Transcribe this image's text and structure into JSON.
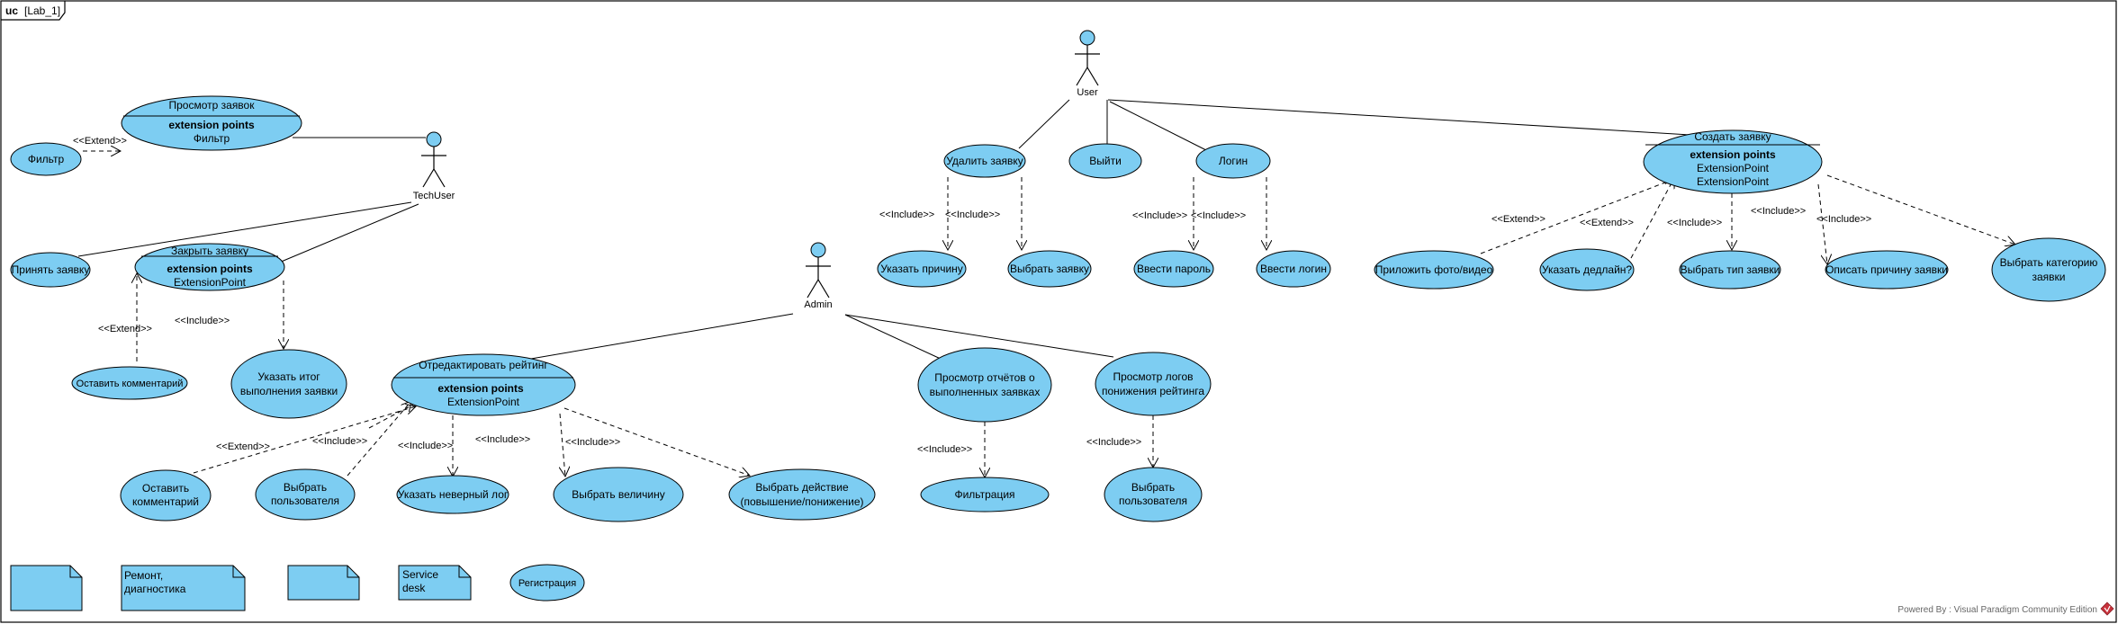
{
  "frame": {
    "keyword": "uc",
    "name": "[Lab_1]"
  },
  "actors": [
    {
      "id": "techuser",
      "name": "TechUser"
    },
    {
      "id": "user",
      "name": "User"
    },
    {
      "id": "admin",
      "name": "Admin"
    }
  ],
  "usecases": {
    "view_requests": {
      "name": "Просмотр заявок",
      "ep_title": "extension points",
      "ep": [
        "Фильтр"
      ]
    },
    "filter": {
      "name": "Фильтр"
    },
    "accept_request": {
      "name": "Принять заявку"
    },
    "close_request": {
      "name": "Закрыть заявку",
      "ep_title": "extension points",
      "ep": [
        "ExtensionPoint"
      ]
    },
    "leave_comment_1": {
      "name": "Оставить комментарий"
    },
    "result": {
      "name": [
        "Указать итог",
        "выполнения заявки"
      ]
    },
    "delete_request": {
      "name": "Удалить заявку"
    },
    "logout": {
      "name": "Выйти"
    },
    "login": {
      "name": "Логин"
    },
    "reason": {
      "name": "Указать причину"
    },
    "select_request": {
      "name": "Выбрать заявку"
    },
    "password": {
      "name": "Ввести пароль"
    },
    "enter_login": {
      "name": "Ввести логин"
    },
    "create_request": {
      "name": "Создать заявку",
      "ep_title": "extension points",
      "ep": [
        "ExtensionPoint",
        "ExtensionPoint"
      ]
    },
    "attach_photo": {
      "name": "Приложить фото/видео"
    },
    "deadline": {
      "name": "Указать дедлайн?"
    },
    "select_type": {
      "name": "Выбрать тип заявки"
    },
    "describe_reason": {
      "name": "Описать причину заявки"
    },
    "select_category": {
      "name": [
        "Выбрать категорию",
        "заявки"
      ]
    },
    "edit_rating": {
      "name": "Отредактировать рейтинг",
      "ep_title": "extension points",
      "ep": [
        "ExtensionPoint"
      ]
    },
    "leave_comment_2": {
      "name": [
        "Оставить",
        "комментарий"
      ]
    },
    "select_user_1": {
      "name": [
        "Выбрать",
        "пользователя"
      ]
    },
    "wrong_log": {
      "name": "Указать неверный лог"
    },
    "select_value": {
      "name": "Выбрать величину"
    },
    "select_action": {
      "name": [
        "Выбрать действие",
        "(повышение/понижение)"
      ]
    },
    "view_reports": {
      "name": [
        "Просмотр отчётов о",
        "выполненных заявках"
      ]
    },
    "view_logs": {
      "name": [
        "Просмотр логов",
        "понижения рейтинга"
      ]
    },
    "filtration": {
      "name": "Фильтрация"
    },
    "select_user_2": {
      "name": [
        "Выбрать",
        "пользователя"
      ]
    },
    "registration": {
      "name": "Регистрация"
    }
  },
  "stereotypes": {
    "extend": "<<Extend>>",
    "include": "<<Include>>"
  },
  "notes": [
    {
      "id": "note1",
      "text": []
    },
    {
      "id": "note2",
      "text": [
        "Ремонт,",
        "диагностика"
      ]
    },
    {
      "id": "note3",
      "text": []
    },
    {
      "id": "note4",
      "text": [
        "Service",
        "desk"
      ]
    }
  ],
  "footer": "Powered By : Visual Paradigm Community Edition",
  "colors": {
    "usecase_fill": "#7dcdf2",
    "line": "#000000",
    "background": "#ffffff"
  }
}
